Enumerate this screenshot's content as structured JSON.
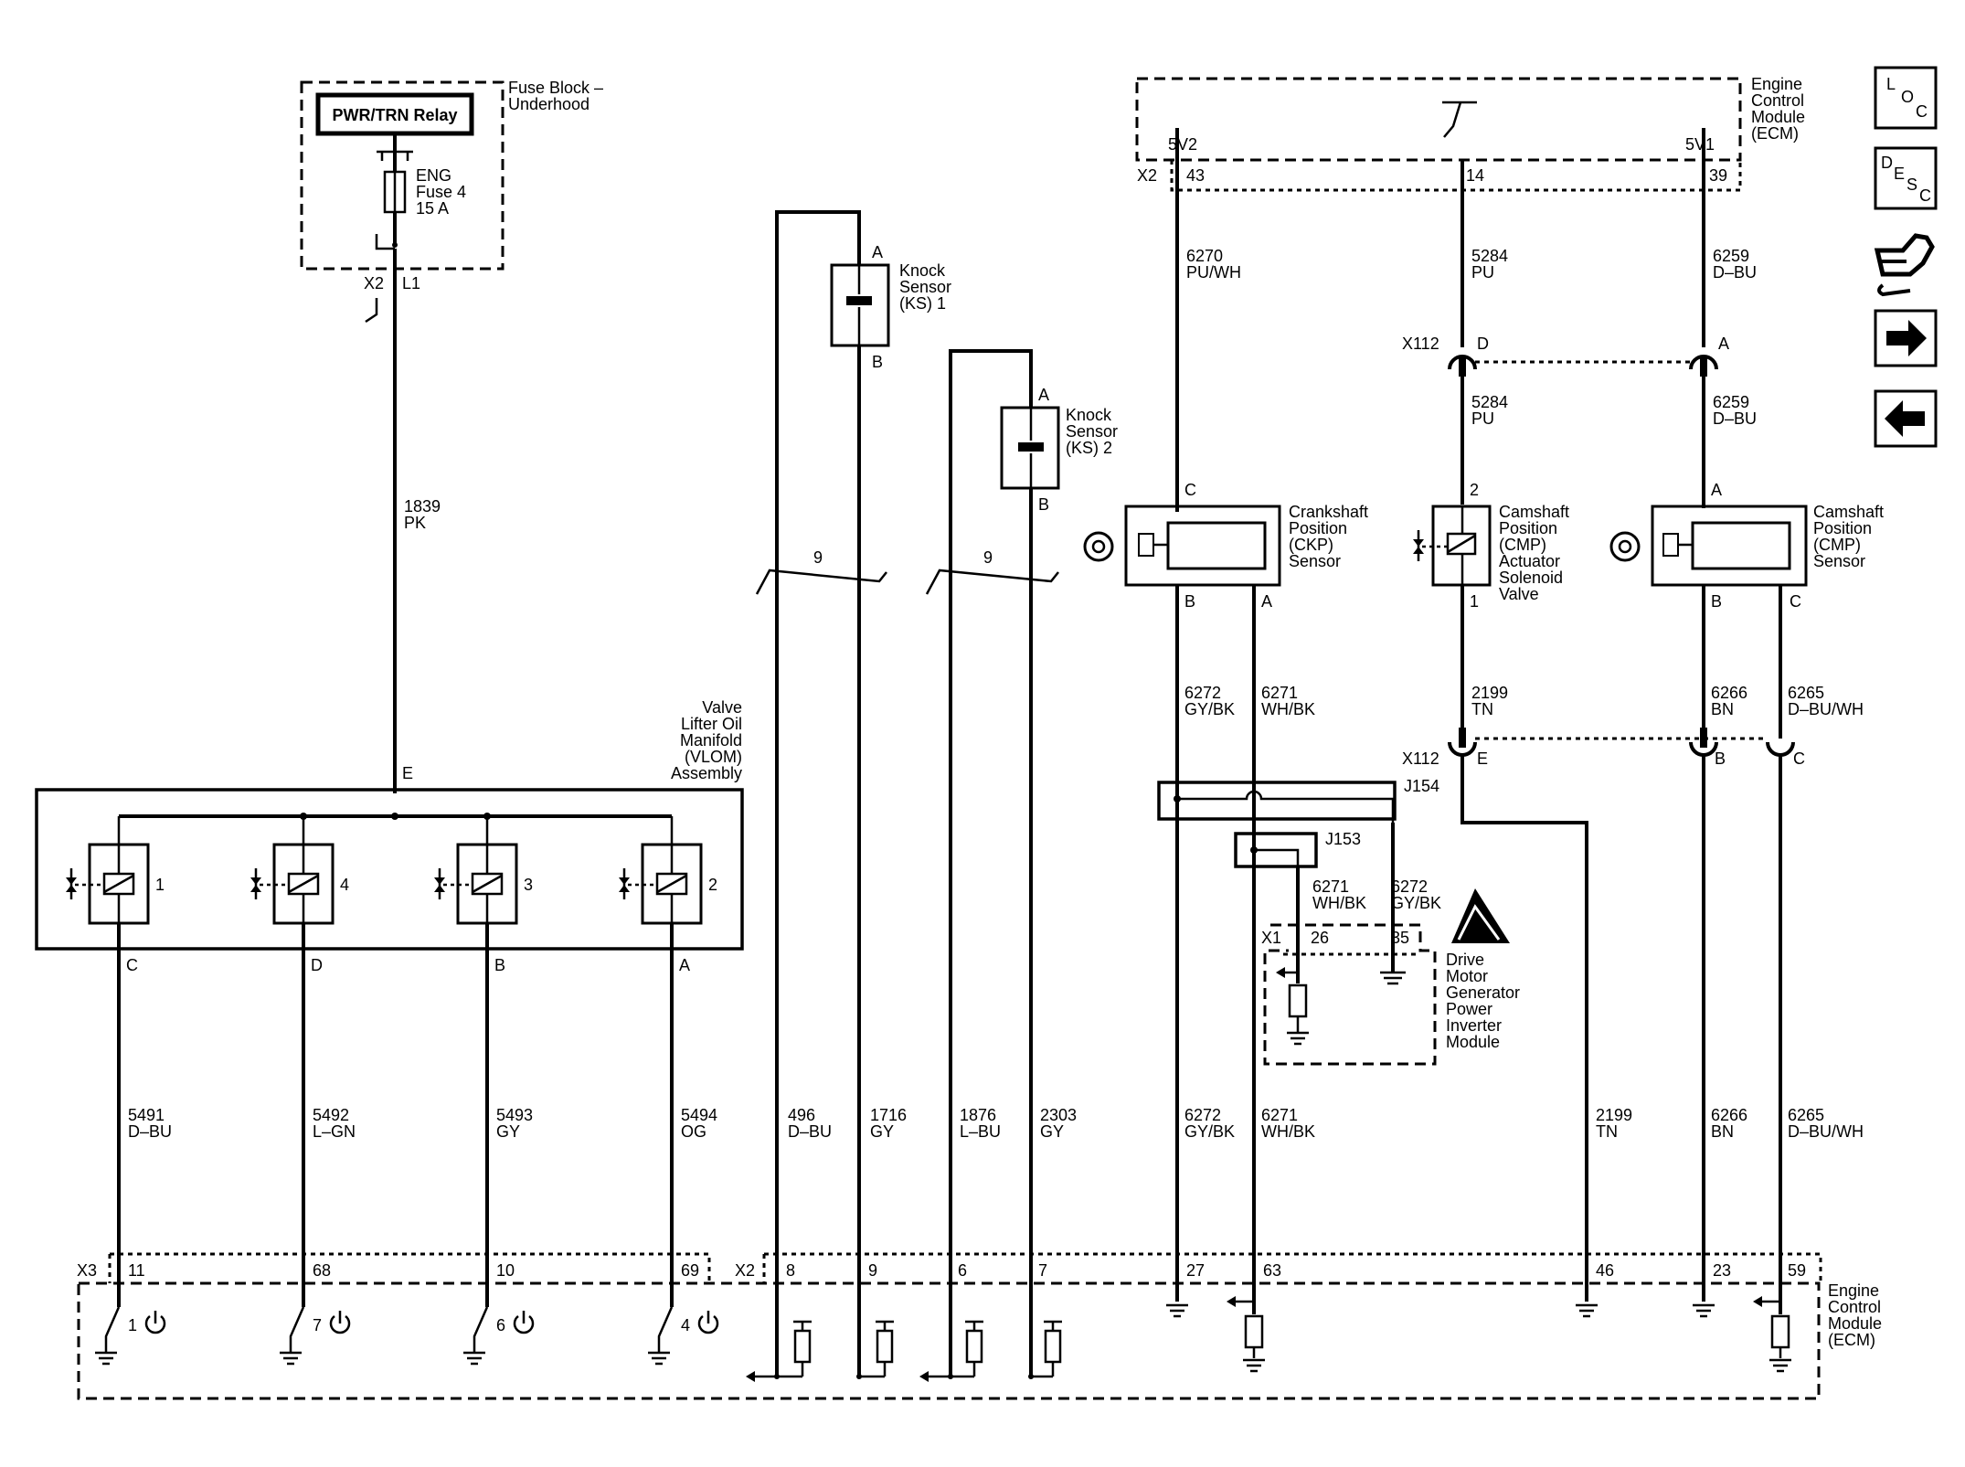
{
  "fuse_block": {
    "title": [
      "Fuse Block –",
      "Underhood"
    ],
    "relay": "PWR/TRN Relay",
    "fuse": [
      "ENG",
      "Fuse 4",
      "15 A"
    ],
    "connector": "X2",
    "pin": "L1"
  },
  "vlom": {
    "title": [
      "Valve",
      "Lifter Oil",
      "Manifold",
      "(VLOM)",
      "Assembly"
    ],
    "input_pin": "E",
    "feed_wire": {
      "circuit": "1839",
      "color": "PK"
    },
    "solenoids": [
      {
        "num": "1",
        "pin": "C",
        "circuit": "5491",
        "color": "D–BU",
        "ecm_pin": "11",
        "driver": "1"
      },
      {
        "num": "4",
        "pin": "D",
        "circuit": "5492",
        "color": "L–GN",
        "ecm_pin": "68",
        "driver": "7"
      },
      {
        "num": "3",
        "pin": "B",
        "circuit": "5493",
        "color": "GY",
        "ecm_pin": "10",
        "driver": "6"
      },
      {
        "num": "2",
        "pin": "A",
        "circuit": "5494",
        "color": "OG",
        "ecm_pin": "69",
        "driver": "4"
      }
    ]
  },
  "knock": {
    "ks1": {
      "name": [
        "Knock",
        "Sensor",
        "(KS) 1"
      ],
      "pin_a": "A",
      "pin_b": "B",
      "twist": "9"
    },
    "ks2": {
      "name": [
        "Knock",
        "Sensor",
        "(KS) 2"
      ],
      "pin_a": "A",
      "pin_b": "B",
      "twist": "9"
    },
    "wires": [
      {
        "circuit": "496",
        "color": "D–BU",
        "ecm_pin": "8"
      },
      {
        "circuit": "1716",
        "color": "GY",
        "ecm_pin": "9"
      },
      {
        "circuit": "1876",
        "color": "L–BU",
        "ecm_pin": "6"
      },
      {
        "circuit": "2303",
        "color": "GY",
        "ecm_pin": "7"
      }
    ]
  },
  "ecm_top": {
    "title": [
      "Engine",
      "Control",
      "Module",
      "(ECM)"
    ],
    "connector": "X2",
    "pins": [
      {
        "ref": "5V2",
        "pin": "43"
      },
      {
        "ref": "",
        "pin": "14"
      },
      {
        "ref": "5V1",
        "pin": "39"
      }
    ]
  },
  "ckp": {
    "name": [
      "Crankshaft",
      "Position",
      "(CKP)",
      "Sensor"
    ],
    "pin_c": "C",
    "pin_b": "B",
    "pin_a": "A",
    "top_wire": {
      "circuit": "6270",
      "color": "PU/WH"
    },
    "wire_b": {
      "circuit": "6272",
      "color": "GY/BK"
    },
    "wire_a": {
      "circuit": "6271",
      "color": "WH/BK"
    }
  },
  "cmp_actuator": {
    "name": [
      "Camshaft",
      "Position",
      "(CMP)",
      "Actuator",
      "Solenoid",
      "Valve"
    ],
    "pin_2": "2",
    "pin_1": "1",
    "top_wire": {
      "circuit": "5284",
      "color": "PU"
    },
    "mid_wire": {
      "circuit": "5284",
      "color": "PU"
    },
    "bottom_wire": {
      "circuit": "2199",
      "color": "TN"
    }
  },
  "cmp_sensor": {
    "name": [
      "Camshaft",
      "Position",
      "(CMP)",
      "Sensor"
    ],
    "pin_a": "A",
    "pin_b": "B",
    "pin_c": "C",
    "top_wire": {
      "circuit": "6259",
      "color": "D–BU"
    },
    "mid_wire": {
      "circuit": "6259",
      "color": "D–BU"
    },
    "wire_b": {
      "circuit": "6266",
      "color": "BN"
    },
    "wire_c": {
      "circuit": "6265",
      "color": "D–BU/WH"
    }
  },
  "x112": {
    "label": "X112",
    "top_pins": [
      "D",
      "A"
    ],
    "bottom_pins": [
      "E",
      "B",
      "C"
    ]
  },
  "splices": {
    "j154": "J154",
    "j153": "J153"
  },
  "dmgpim": {
    "name": [
      "Drive",
      "Motor",
      "Generator",
      "Power",
      "Inverter",
      "Module"
    ],
    "connector": "X1",
    "pins": [
      "26",
      "35"
    ],
    "wire_1": {
      "circuit": "6271",
      "color": "WH/BK"
    },
    "wire_2": {
      "circuit": "6272",
      "color": "GY/BK"
    }
  },
  "bottom_wires": [
    {
      "circuit": "6272",
      "color": "GY/BK",
      "ecm_pin": "27"
    },
    {
      "circuit": "6271",
      "color": "WH/BK",
      "ecm_pin": "63"
    },
    {
      "circuit": "2199",
      "color": "TN",
      "ecm_pin": "46"
    },
    {
      "circuit": "6266",
      "color": "BN",
      "ecm_pin": "23"
    },
    {
      "circuit": "6265",
      "color": "D–BU/WH",
      "ecm_pin": "59"
    }
  ],
  "ecm_bottom": {
    "title": [
      "Engine",
      "Control",
      "Module",
      "(ECM)"
    ],
    "x3": "X3",
    "x2": "X2"
  },
  "nav": {
    "loc": [
      "L",
      "O",
      "C"
    ],
    "desc": [
      "D",
      "E",
      "S",
      "C"
    ]
  }
}
